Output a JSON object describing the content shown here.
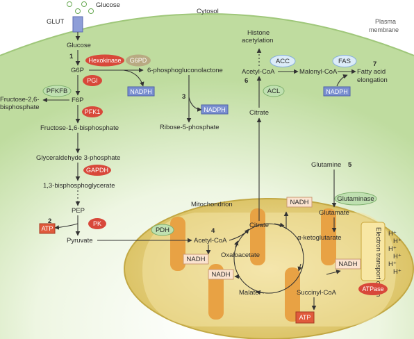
{
  "regions": {
    "cytosol": "Cytosol",
    "plasma_membrane": [
      "Plasma",
      "membrane"
    ],
    "mitochondrion": "Mitochondrion"
  },
  "transporter": {
    "glut": "GLUT",
    "glucose_out": "Glucose"
  },
  "glycolysis": {
    "glucose": "Glucose",
    "g6p": "G6P",
    "f6p": "F6P",
    "fructose_2_6": [
      "Fructose-2,6-",
      "bisphosphate"
    ],
    "fructose_1_6": "Fructose-1,6-bisphosphate",
    "g3p": "Glyceraldehyde 3-phosphate",
    "bpg": "1,3-bisphosphoglycerate",
    "pep": "PEP",
    "pyruvate": "Pyruvate"
  },
  "ppp": {
    "six_pgl": "6-phosphogluconolactone",
    "ribose": "Ribose-5-phosphate"
  },
  "lipid": {
    "histone": [
      "Histone",
      "acetylation"
    ],
    "acetyl_coa": "Acetyl-CoA",
    "malonyl_coa": "Malonyl-CoA",
    "fatty_acid": [
      "Fatty acid",
      "elongation"
    ],
    "citrate": "Citrate"
  },
  "glutamine": {
    "glutamine": "Glutamine",
    "glutamate": "Glutamate"
  },
  "tca": {
    "acetyl_coa": "Acetyl-CoA",
    "citrate": "Citrate",
    "akg": "α-ketoglutarate",
    "succinyl": "Succinyl-CoA",
    "malate": "Malate",
    "oaa": "Oxaloacetate",
    "etc": "Electron transport chain",
    "protons": "H⁺"
  },
  "enzymes": {
    "hexokinase": "Hexokinase",
    "g6pd": "G6PD",
    "pgi": "PGI",
    "pfkfb": "PFKFB",
    "pfk1": "PFK1",
    "gapdh": "GAPDH",
    "pk": "PK",
    "pdh": "PDH",
    "acc": "ACC",
    "fas": "FAS",
    "acl": "ACL",
    "glutaminase": "Glutaminase",
    "atpase": "ATPase"
  },
  "cofactors": {
    "nadph": "NADPH",
    "nadh": "NADH",
    "atp": "ATP"
  },
  "steps": [
    "1",
    "2",
    "3",
    "4",
    "5",
    "6",
    "7"
  ],
  "colors": {
    "cytosol": "#cfe6b4",
    "mito_outer": "#d9c15e",
    "mito_inner": "#f0dfa0",
    "cristae": "#e49a3a",
    "enzyme_red": "#d8483a",
    "enzyme_green": "#bfe0b0",
    "enzyme_blue": "#dcecf8",
    "g6pd": "#b8aa82",
    "nadph": "#7a8fd0",
    "cofactor_box": "#fbe3cf",
    "atp": "#e05a3c"
  }
}
